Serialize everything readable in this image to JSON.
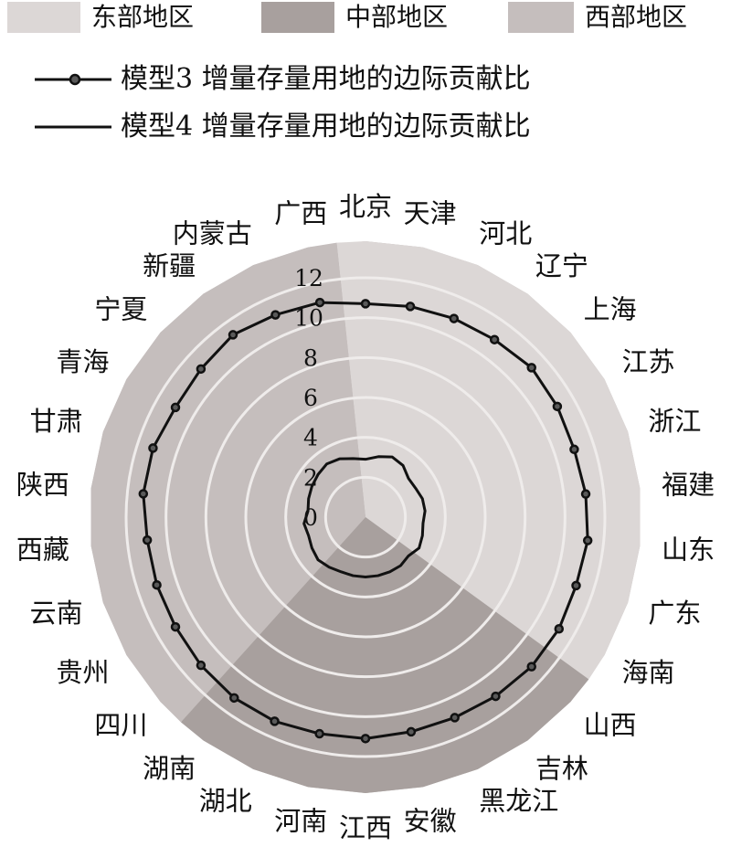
{
  "region_legend": [
    {
      "label": "东部地区",
      "color": "#dcd7d6"
    },
    {
      "label": "中部地区",
      "color": "#a8a09e"
    },
    {
      "label": "西部地区",
      "color": "#c5bebd"
    }
  ],
  "line_legend": [
    {
      "label": "模型3 增量存量用地的边际贡献比",
      "marker": "circle-dot"
    },
    {
      "label": "模型4 增量存量用地的边际贡献比",
      "marker": "none"
    }
  ],
  "colors": {
    "east": "#dcd7d6",
    "central": "#a8a09e",
    "west": "#c5bebd",
    "outer": "#bdb6b5",
    "grid": "#efeceb",
    "line": "#111111"
  },
  "chart_data": {
    "type": "radar",
    "categories": [
      "北京",
      "天津",
      "河北",
      "辽宁",
      "上海",
      "江苏",
      "浙江",
      "福建",
      "山东",
      "广东",
      "海南",
      "山西",
      "吉林",
      "黑龙江",
      "安徽",
      "江西",
      "河南",
      "湖北",
      "湖南",
      "四川",
      "贵州",
      "云南",
      "西藏",
      "陕西",
      "甘肃",
      "青海",
      "宁夏",
      "新疆",
      "内蒙古",
      "广西"
    ],
    "radial_ticks": [
      "0",
      "2",
      "4",
      "6",
      "8",
      "10",
      "12"
    ],
    "rlim": [
      0,
      12
    ],
    "regions": [
      {
        "name": "东部地区",
        "start": 0,
        "end": 10
      },
      {
        "name": "中部地区",
        "start": 11,
        "end": 18
      },
      {
        "name": "西部地区",
        "start": 19,
        "end": 29
      }
    ],
    "series": [
      {
        "name": "模型3 增量存量用地的边际贡献比",
        "values": [
          10.7,
          10.8,
          10.9,
          11.0,
          11.2,
          11.1,
          11.0,
          11.1,
          11.2,
          11.1,
          11.2,
          11.2,
          11.1,
          11.0,
          11.0,
          11.1,
          11.1,
          11.2,
          11.2,
          11.1,
          11.0,
          11.0,
          11.0,
          11.2,
          11.2,
          11.0,
          11.1,
          11.3,
          11.1,
          11.0
        ]
      },
      {
        "name": "模型4 增量存量用地的边际贡献比",
        "values": [
          2.9,
          3.1,
          3.3,
          3.2,
          2.9,
          2.9,
          3.0,
          3.0,
          2.9,
          3.0,
          3.1,
          2.9,
          3.0,
          3.0,
          3.0,
          3.0,
          3.0,
          3.0,
          3.1,
          3.2,
          3.1,
          3.0,
          3.1,
          2.9,
          3.0,
          3.1,
          3.2,
          3.3,
          3.2,
          3.0
        ]
      }
    ]
  }
}
